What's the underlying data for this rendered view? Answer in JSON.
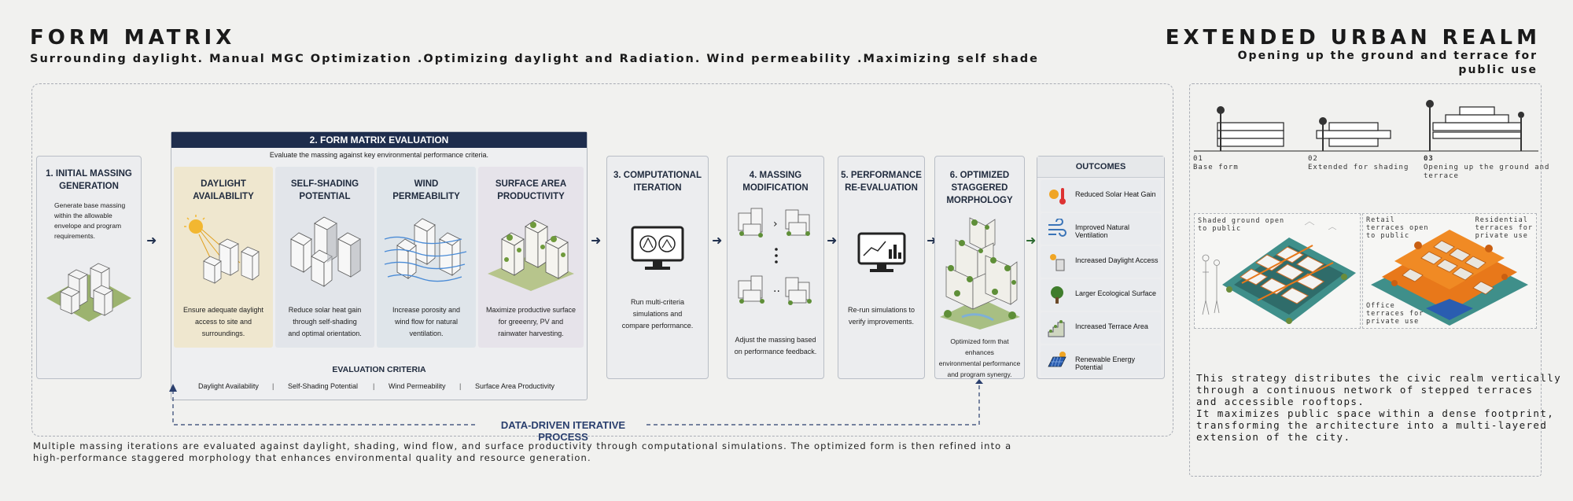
{
  "left": {
    "title": "FORM MATRIX",
    "subtitle": "Surrounding daylight. Manual MGC Optimization .Optimizing daylight and Radiation. Wind permeability .Maximizing self shade",
    "caption_line1": "Multiple massing iterations are evaluated against daylight, shading, wind flow, and surface productivity through computational simulations. The optimized form is then refined into a",
    "caption_line2": "high-performance staggered morphology that enhances environmental quality and resource generation."
  },
  "steps": {
    "s1": {
      "title1": "1. INITIAL MASSING",
      "title2": "GENERATION",
      "text": [
        "Generate base massing",
        "within the allowable",
        "envelope and program",
        "requirements."
      ]
    },
    "eval": {
      "header": "2. FORM MATRIX EVALUATION",
      "intro": "Evaluate the massing against key environmental performance criteria.",
      "cards": [
        {
          "title1": "DAYLIGHT",
          "title2": "AVAILABILITY",
          "text": [
            "Ensure adequate daylight",
            "access to site and",
            "surroundings."
          ],
          "color": "#efe7cf"
        },
        {
          "title1": "SELF-SHADING",
          "title2": "POTENTIAL",
          "text": [
            "Reduce solar heat gain",
            "through self-shading",
            "and optimal orientation."
          ],
          "color": "#e2e5ea"
        },
        {
          "title1": "WIND",
          "title2": "PERMEABILITY",
          "text": [
            "Increase porosity and",
            "wind flow for natural",
            "ventilation."
          ],
          "color": "#dfe5ea"
        },
        {
          "title1": "SURFACE AREA",
          "title2": "PRODUCTIVITY",
          "text": [
            "Maximize productive surface",
            "for greeenry, PV and",
            "rainwater harvesting."
          ],
          "color": "#e6e3ea"
        }
      ],
      "criteria_title": "EVALUATION CRITERIA",
      "criteria": [
        "Daylight Availability",
        "Self-Shading Potential",
        "Wind Permeability",
        "Surface Area Productivity"
      ]
    },
    "s3": {
      "title1": "3. COMPUTATIONAL",
      "title2": "ITERATION",
      "text": [
        "Run multi-criteria",
        "simulations and",
        "compare performance."
      ]
    },
    "s4": {
      "title1": "4. MASSING",
      "title2": "MODIFICATION",
      "text": [
        "Adjust the massing based",
        "on performance feedback."
      ]
    },
    "s5": {
      "title1": "5. PERFORMANCE",
      "title2": "RE-EVALUATION",
      "text": [
        "Re-run simulations to",
        "verify improvements."
      ]
    },
    "s6": {
      "title1": "6. OPTIMIZED",
      "title2": "STAGGERED",
      "title3": "MORPHOLOGY",
      "text": [
        "Optimized form that enhances",
        "environmental performance",
        "and program synergy."
      ]
    },
    "outcomes": {
      "title": "OUTCOMES",
      "items": [
        "Reduced Solar Heat Gain",
        "Improved Natural Ventilation",
        "Increased Daylight Access",
        "Larger Ecological Surface",
        "Increased Terrace Area",
        "Renewable Energy Potential"
      ]
    },
    "loop_label": "DATA-DRIVEN ITERATIVE PROCESS"
  },
  "right": {
    "title": "EXTENDED URBAN REALM",
    "subtitle1": "Opening up the ground and terrace for",
    "subtitle2": "public use",
    "diagrams": [
      {
        "num": "01",
        "label": "Base form"
      },
      {
        "num": "02",
        "label": "Extended for shading"
      },
      {
        "num": "03",
        "label": "Opening up the ground and terrace"
      }
    ],
    "axon_labels": {
      "shaded1": "Shaded ground open",
      "shaded2": "to public",
      "retail1": "Retail",
      "retail2": "terraces open",
      "retail3": "to public",
      "res1": "Residential",
      "res2": "terraces for",
      "res3": "private use",
      "office1": "Office",
      "office2": "terraces for",
      "office3": "private use"
    },
    "text": [
      "This strategy distributes the civic realm vertically",
      "through a continuous network of stepped terraces",
      "and accessible rooftops.",
      "It maximizes public space within a dense footprint,",
      "transforming the architecture into a multi-layered",
      "extension of the city."
    ]
  },
  "colors": {
    "navy": "#1e2d4d",
    "accent_blue": "#2a3f6e",
    "orange": "#e8781a"
  }
}
